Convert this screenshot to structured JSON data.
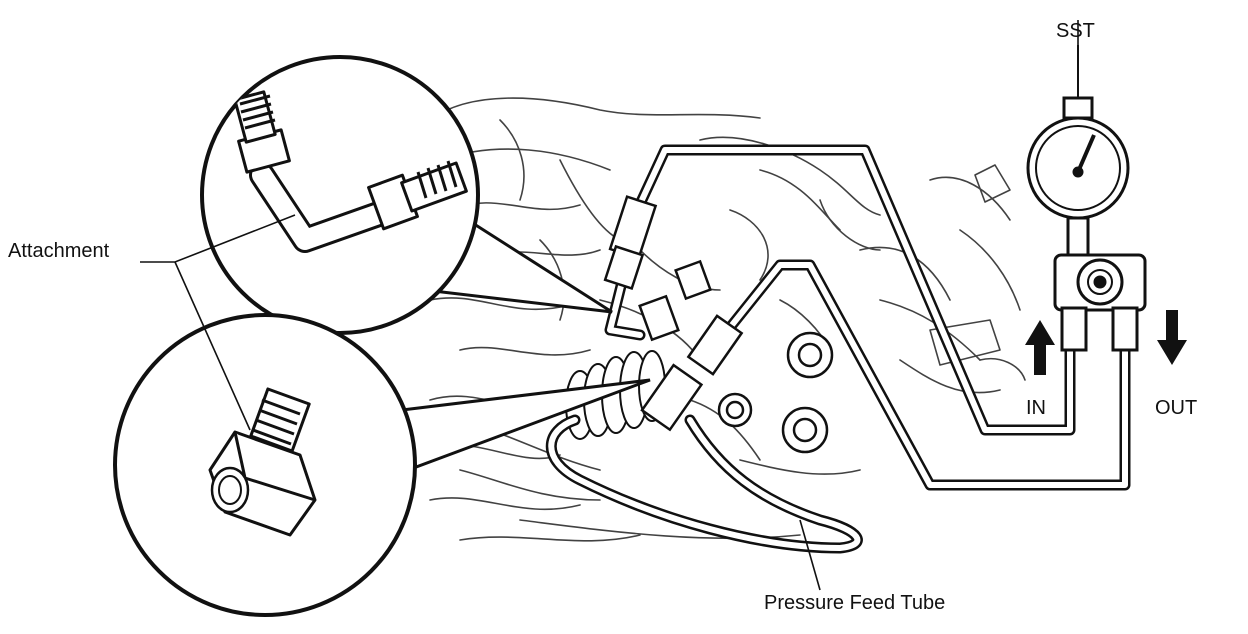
{
  "labels": {
    "sst": "SST",
    "attachment": "Attachment",
    "in": "IN",
    "out": "OUT",
    "pressure_feed_tube": "Pressure Feed Tube"
  },
  "colors": {
    "ink": "#111111",
    "background": "#ffffff"
  }
}
